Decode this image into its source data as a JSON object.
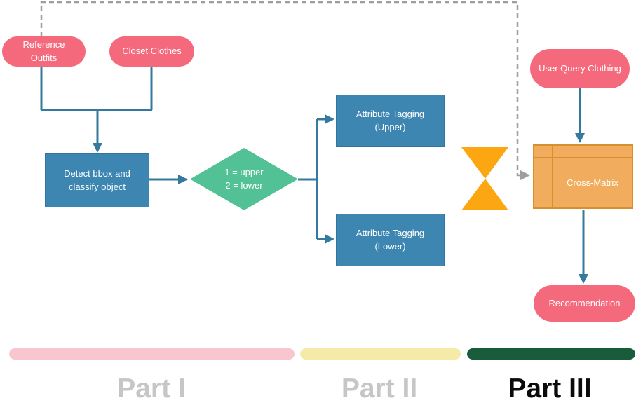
{
  "diagram": {
    "title": "clothing recommendation pipeline flowchart",
    "nodes": {
      "reference_outfits": {
        "label": "Reference Outfits"
      },
      "closet_clothes": {
        "label": "Closet Clothes"
      },
      "detect_bbox": {
        "label": "Detect bbox and classify object"
      },
      "decision": {
        "line1": "1 = upper",
        "line2": "2 = lower"
      },
      "attribute_upper": {
        "label": "Attribute Tagging (Upper)"
      },
      "attribute_lower": {
        "label": "Attribute Tagging (Lower)"
      },
      "user_query": {
        "label": "User Query Clothing"
      },
      "cross_matrix": {
        "label": "Cross-Matrix"
      },
      "recommendation": {
        "label": "Recommendation"
      },
      "hourglass": {
        "icon": "hourglass-icon"
      }
    },
    "sections": [
      {
        "label": "Part I",
        "bar_color": "#F9C6D0",
        "label_color": "#C6C6C6"
      },
      {
        "label": "Part II",
        "bar_color": "#F6EAA9",
        "label_color": "#C6C6C6"
      },
      {
        "label": "Part III",
        "bar_color": "#1A5B3B",
        "label_color": "#0A0A0A"
      }
    ],
    "colors": {
      "node_coral": "#F4697B",
      "node_blue": "#3E86B2",
      "connector_blue": "#35799E",
      "node_green": "#52C296",
      "hourglass_orange": "#FCA712",
      "matrix_fill": "#F1AD5D",
      "matrix_border": "#D8902F",
      "dashed_gray": "#9E9E9E",
      "text_white": "#FFFFFF"
    }
  }
}
